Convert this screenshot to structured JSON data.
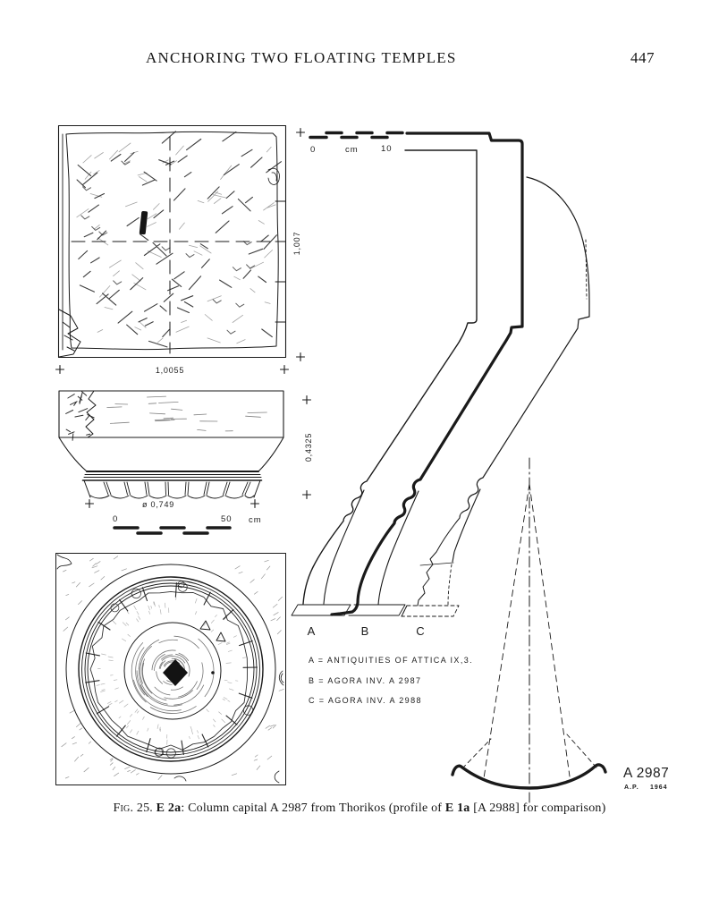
{
  "header": {
    "title": "ANCHORING TWO FLOATING TEMPLES",
    "page_number": "447"
  },
  "scales": {
    "top": {
      "zero": "0",
      "unit": "cm",
      "max": "10"
    },
    "bottom": {
      "zero": "0",
      "max": "50",
      "unit": "cm"
    }
  },
  "dimensions": {
    "plan_width": "1,0055",
    "plan_height": "1,007",
    "capital_height": "0,4325",
    "neck_diameter": "ø 0,749"
  },
  "profile_labels": {
    "a": "A",
    "b": "B",
    "c": "C"
  },
  "legend": {
    "a": "A = ANTIQUITIES OF ATTICA IX,3.",
    "b": "B = AGORA INV. A 2987",
    "c": "C = AGORA INV. A 2988"
  },
  "signature": {
    "inventory": "A 2987",
    "credit": "A.P.",
    "year": "1964"
  },
  "caption": {
    "fig_no": "Fig. 25. ",
    "label1": "E 2a",
    "mid": ": Column capital A 2987 from Thorikos (profile of ",
    "label2": "E 1a",
    "tail": " [A 2988] for comparison)"
  },
  "colors": {
    "ink": "#1a1a1a",
    "paper": "#ffffff"
  }
}
